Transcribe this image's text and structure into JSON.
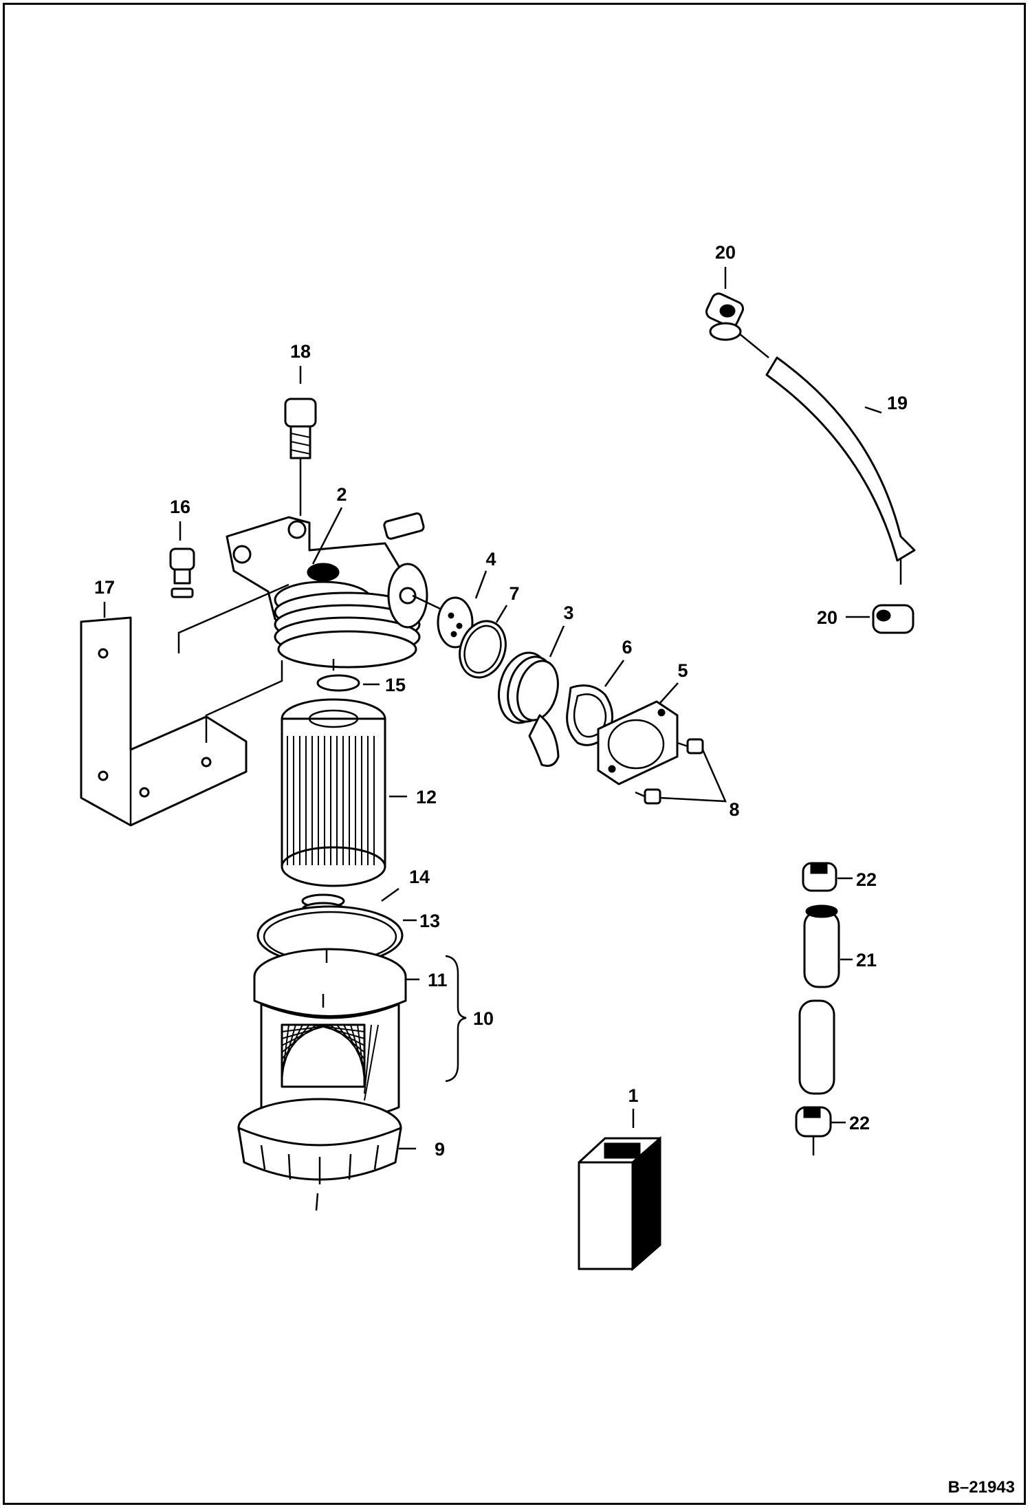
{
  "figure_id": "B–21943",
  "labels": {
    "p1": "1",
    "p2": "2",
    "p3": "3",
    "p4": "4",
    "p5": "5",
    "p6": "6",
    "p7": "7",
    "p8": "8",
    "p9": "9",
    "p10": "10",
    "p11": "11",
    "p12": "12",
    "p13": "13",
    "p14": "14",
    "p15": "15",
    "p16": "16",
    "p17": "17",
    "p18": "18",
    "p19": "19",
    "p20a": "20",
    "p20b": "20",
    "p21": "21",
    "p22a": "22",
    "p22b": "22"
  },
  "colors": {
    "ink": "#000000",
    "paper": "#ffffff"
  }
}
